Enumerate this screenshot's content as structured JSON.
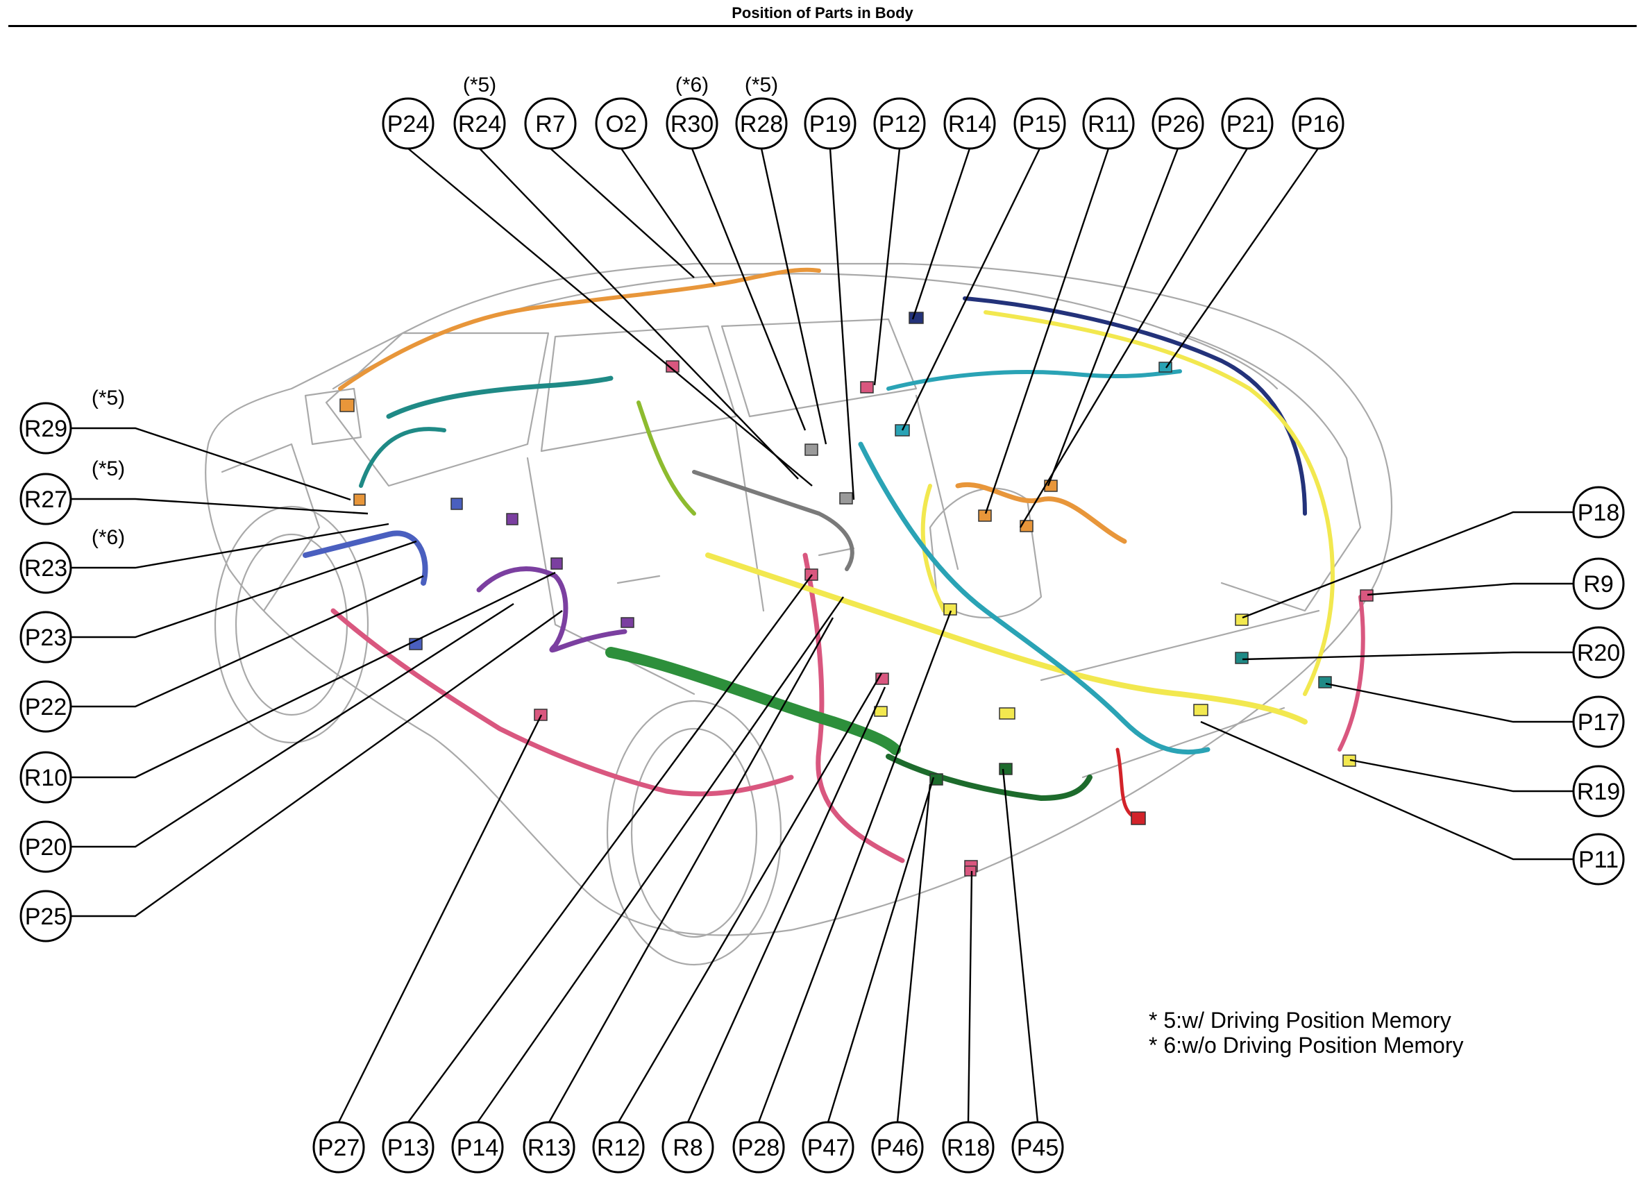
{
  "title": "Position of Parts in Body",
  "legend": [
    "* 5:w/ Driving Position Memory",
    "* 6:w/o Driving Position Memory"
  ],
  "colors": {
    "pink": "#d9577f",
    "teal": "#1f8a86",
    "cyan": "#2aa3b5",
    "green": "#2d8f3b",
    "dark_green": "#1d6b2c",
    "yellow": "#f2e84f",
    "orange": "#e8963a",
    "navy": "#23327a",
    "blue": "#4a5fbf",
    "purple": "#7b3fa0",
    "olive": "#8dbb2f",
    "grey": "#7a7a7a",
    "red": "#d2232a"
  },
  "callouts": {
    "top": [
      {
        "label": "P24",
        "note": ""
      },
      {
        "label": "R24",
        "note": "(*5)"
      },
      {
        "label": "R7",
        "note": ""
      },
      {
        "label": "O2",
        "note": ""
      },
      {
        "label": "R30",
        "note": "(*6)"
      },
      {
        "label": "R28",
        "note": "(*5)"
      },
      {
        "label": "P19",
        "note": ""
      },
      {
        "label": "P12",
        "note": ""
      },
      {
        "label": "R14",
        "note": ""
      },
      {
        "label": "P15",
        "note": ""
      },
      {
        "label": "R11",
        "note": ""
      },
      {
        "label": "P26",
        "note": ""
      },
      {
        "label": "P21",
        "note": ""
      },
      {
        "label": "P16",
        "note": ""
      }
    ],
    "left": [
      {
        "label": "R29",
        "note": "(*5)"
      },
      {
        "label": "R27",
        "note": "(*5)"
      },
      {
        "label": "R23",
        "note": "(*6)"
      },
      {
        "label": "P23",
        "note": ""
      },
      {
        "label": "P22",
        "note": ""
      },
      {
        "label": "R10",
        "note": ""
      },
      {
        "label": "P20",
        "note": ""
      },
      {
        "label": "P25",
        "note": ""
      }
    ],
    "right": [
      {
        "label": "P18",
        "note": ""
      },
      {
        "label": "R9",
        "note": ""
      },
      {
        "label": "R20",
        "note": ""
      },
      {
        "label": "P17",
        "note": ""
      },
      {
        "label": "R19",
        "note": ""
      },
      {
        "label": "P11",
        "note": ""
      }
    ],
    "bottom": [
      {
        "label": "P27",
        "note": ""
      },
      {
        "label": "P13",
        "note": ""
      },
      {
        "label": "P14",
        "note": ""
      },
      {
        "label": "R13",
        "note": ""
      },
      {
        "label": "R12",
        "note": ""
      },
      {
        "label": "R8",
        "note": ""
      },
      {
        "label": "P28",
        "note": ""
      },
      {
        "label": "P47",
        "note": ""
      },
      {
        "label": "P46",
        "note": ""
      },
      {
        "label": "R18",
        "note": ""
      },
      {
        "label": "P45",
        "note": ""
      }
    ]
  }
}
